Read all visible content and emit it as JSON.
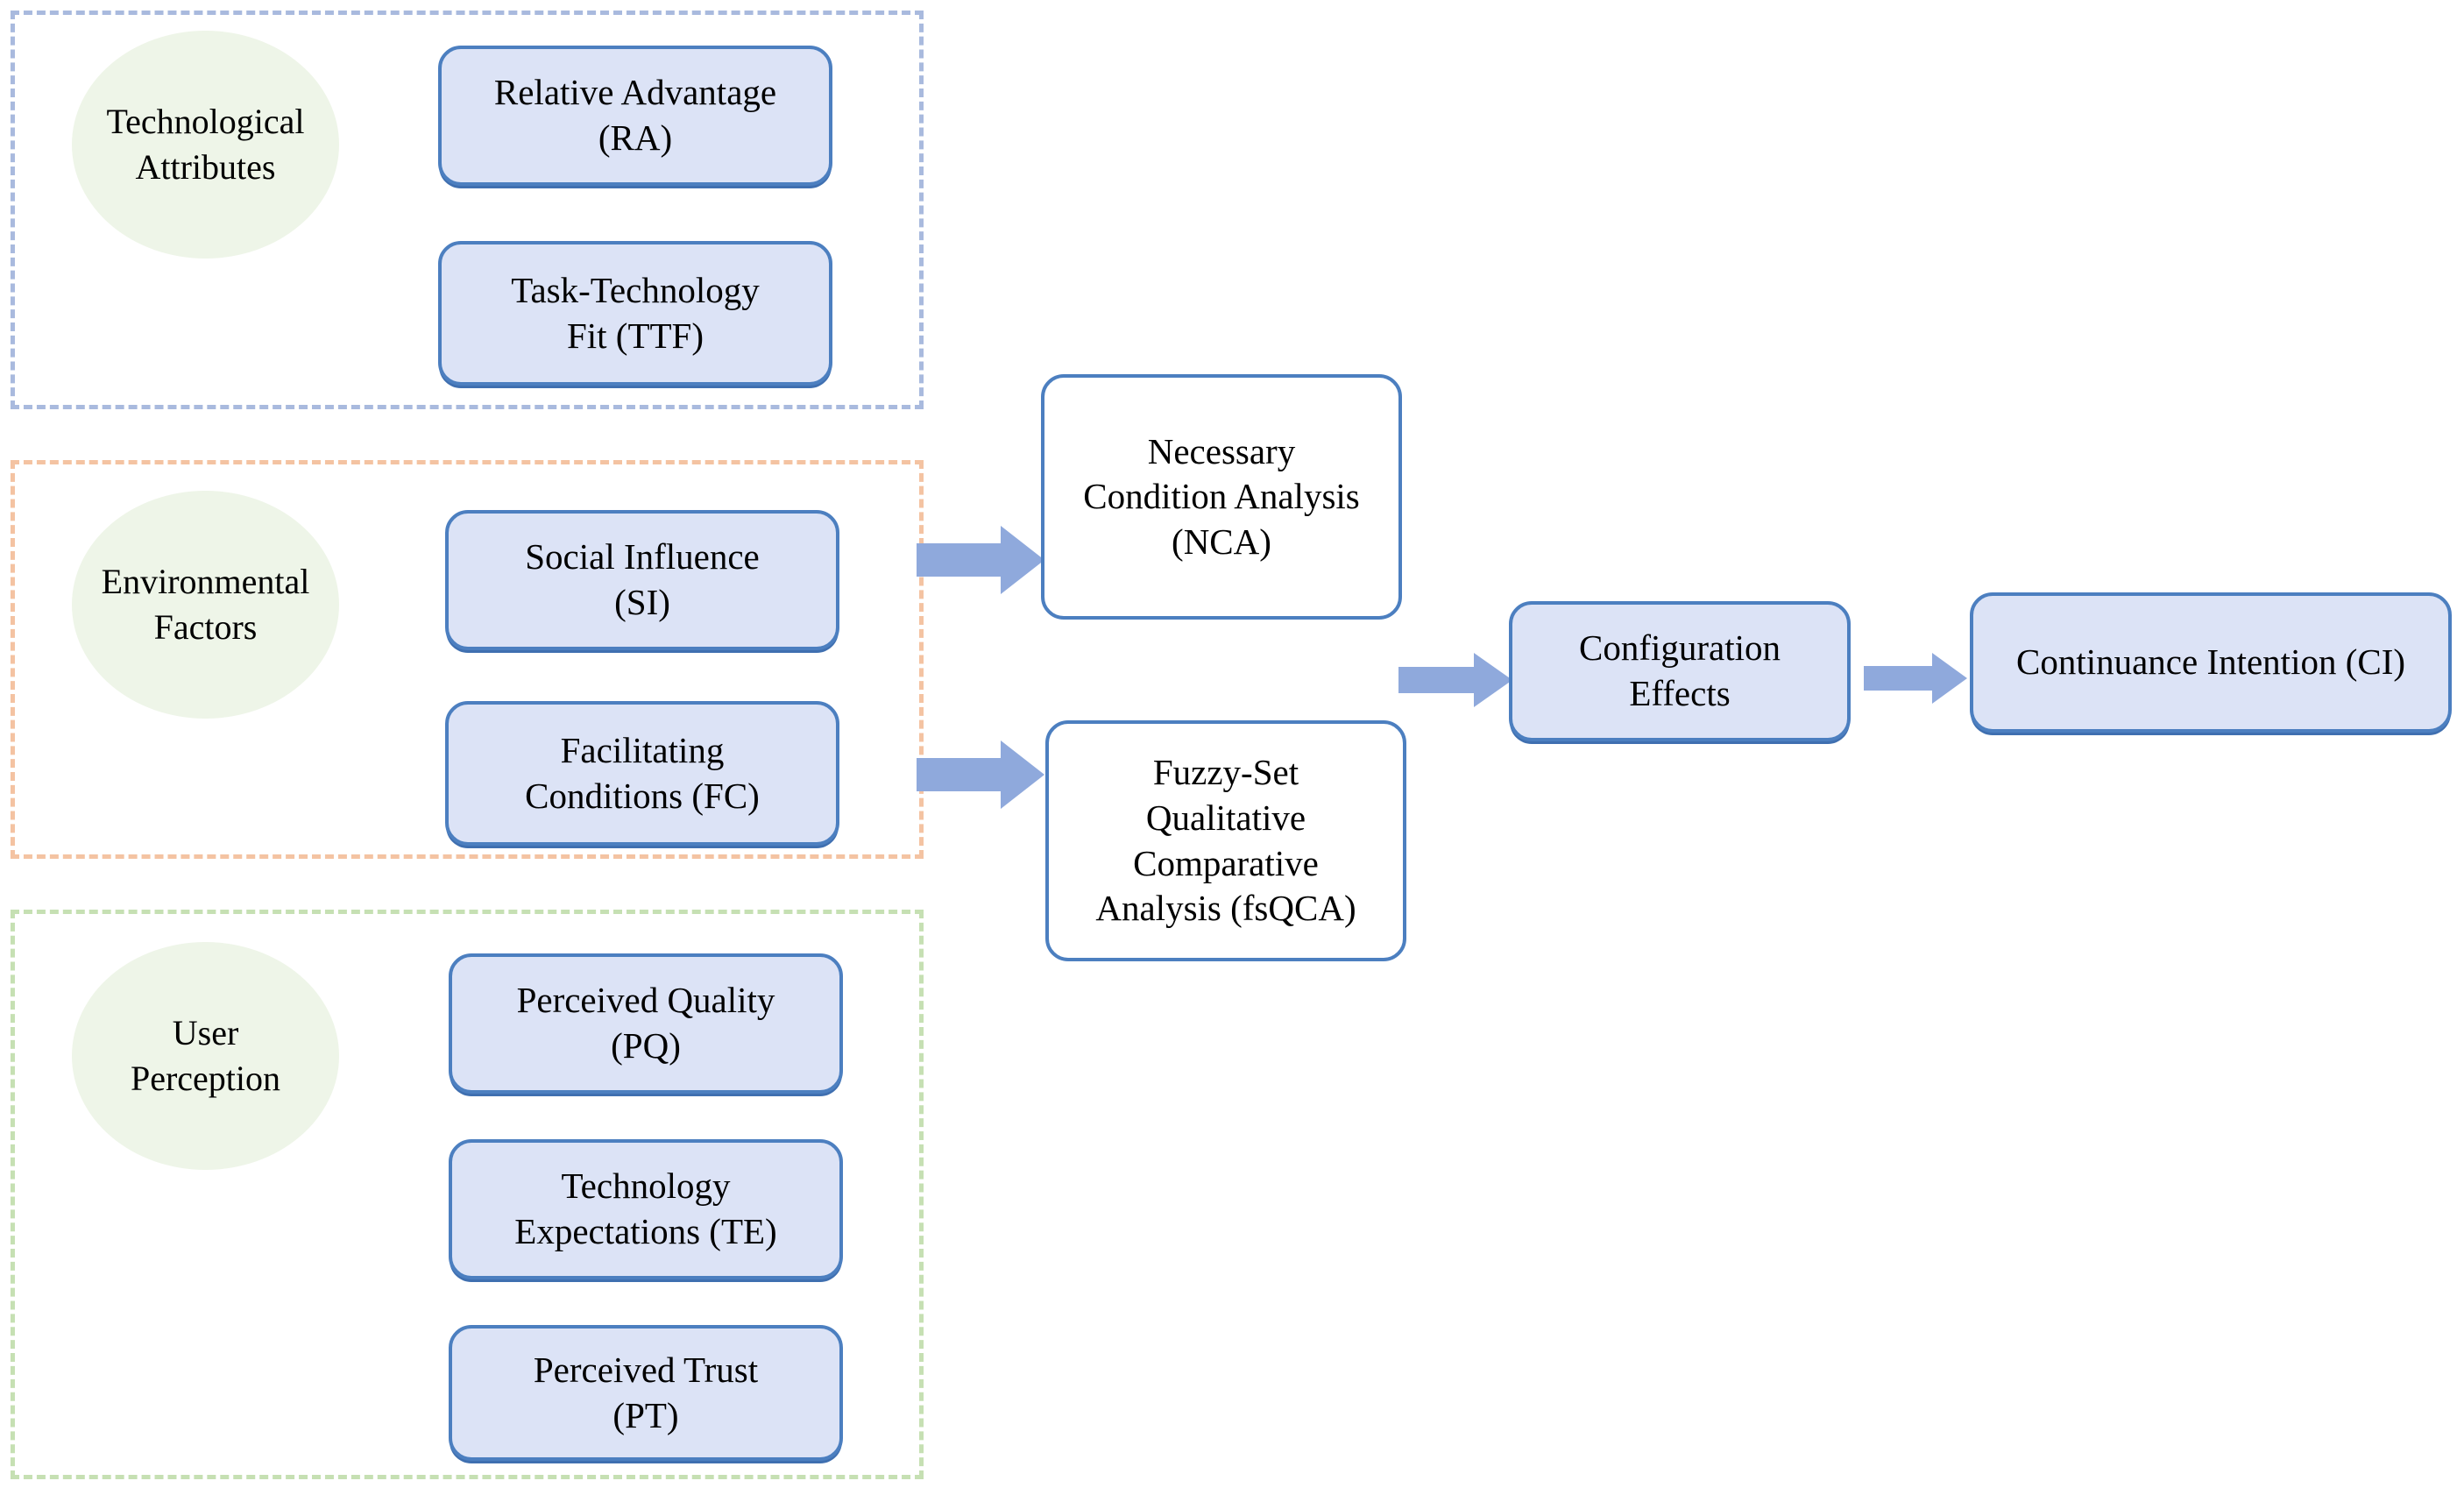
{
  "diagram": {
    "title": "Integrated NCA and fsQCA research framework for continuance intention",
    "type": "flow-diagram",
    "colors": {
      "group_tech_border": "#a9bade",
      "group_env_border": "#f4c3a2",
      "group_user_border": "#c6e0b3",
      "ellipse_fill": "#eef5e8",
      "box_fill": "#dce3f6",
      "box_border": "#4c7fc0",
      "box_white_fill": "#ffffff",
      "arrow_fill": "#8fa9dc",
      "text": "#000000"
    }
  },
  "groups": [
    {
      "id": "technological-attributes",
      "label": "Technological\nAttributes",
      "label_lines": [
        "Technological",
        "Attributes"
      ],
      "border_color": "#a9bade",
      "constructs": [
        {
          "id": "ra",
          "lines": [
            "Relative Advantage",
            "(RA)"
          ],
          "code": "RA"
        },
        {
          "id": "ttf",
          "lines": [
            "Task-Technology",
            "Fit (TTF)"
          ],
          "code": "TTF"
        }
      ]
    },
    {
      "id": "environmental-factors",
      "label": "Environmental\nFactors",
      "label_lines": [
        "Environmental",
        "Factors"
      ],
      "border_color": "#f4c3a2",
      "constructs": [
        {
          "id": "si",
          "lines": [
            "Social Influence",
            "(SI)"
          ],
          "code": "SI"
        },
        {
          "id": "fc",
          "lines": [
            "Facilitating",
            "Conditions (FC)"
          ],
          "code": "FC"
        }
      ]
    },
    {
      "id": "user-perception",
      "label": "User\nPerception",
      "label_lines": [
        "User",
        "Perception"
      ],
      "border_color": "#c6e0b3",
      "constructs": [
        {
          "id": "pq",
          "lines": [
            "Perceived Quality",
            "(PQ)"
          ],
          "code": "PQ"
        },
        {
          "id": "te",
          "lines": [
            "Technology",
            "Expectations (TE)"
          ],
          "code": "TE"
        },
        {
          "id": "pt",
          "lines": [
            "Perceived Trust",
            "(PT)"
          ],
          "code": "PT"
        }
      ]
    }
  ],
  "methods": [
    {
      "id": "nca",
      "lines": [
        "Necessary",
        "Condition Analysis",
        "(NCA)"
      ],
      "code": "NCA",
      "fill": "#ffffff"
    },
    {
      "id": "fsqca",
      "lines": [
        "Fuzzy-Set",
        "Qualitative",
        "Comparative",
        "Analysis (fsQCA)"
      ],
      "code": "fsQCA",
      "fill": "#ffffff"
    }
  ],
  "outcomes": [
    {
      "id": "configuration-effects",
      "lines": [
        "Configuration",
        "Effects"
      ],
      "fill": "#dce3f6"
    },
    {
      "id": "continuance-intention",
      "lines": [
        "Continuance Intention (CI)"
      ],
      "code": "CI",
      "fill": "#dce3f6"
    }
  ],
  "arrows": [
    {
      "id": "arrow-to-nca",
      "from": "environmental-factors",
      "to": "nca",
      "direction": "right"
    },
    {
      "id": "arrow-to-fsqca",
      "from": "environmental-factors",
      "to": "fsqca",
      "direction": "right"
    },
    {
      "id": "arrow-to-config",
      "from": "methods",
      "to": "configuration-effects",
      "direction": "right"
    },
    {
      "id": "arrow-to-ci",
      "from": "configuration-effects",
      "to": "continuance-intention",
      "direction": "right"
    }
  ],
  "text": {
    "tech_label_l1": "Technological",
    "tech_label_l2": "Attributes",
    "env_label_l1": "Environmental",
    "env_label_l2": "Factors",
    "user_label_l1": "User",
    "user_label_l2": "Perception",
    "ra_l1": "Relative Advantage",
    "ra_l2": "(RA)",
    "ttf_l1": "Task-Technology",
    "ttf_l2": "Fit (TTF)",
    "si_l1": "Social Influence",
    "si_l2": "(SI)",
    "fc_l1": "Facilitating",
    "fc_l2": "Conditions (FC)",
    "pq_l1": "Perceived Quality",
    "pq_l2": "(PQ)",
    "te_l1": "Technology",
    "te_l2": "Expectations (TE)",
    "pt_l1": "Perceived Trust",
    "pt_l2": "(PT)",
    "nca_l1": "Necessary",
    "nca_l2": "Condition Analysis",
    "nca_l3": "(NCA)",
    "fsqca_l1": "Fuzzy-Set",
    "fsqca_l2": "Qualitative",
    "fsqca_l3": "Comparative",
    "fsqca_l4": "Analysis (fsQCA)",
    "config_l1": "Configuration",
    "config_l2": "Effects",
    "ci_l1": "Continuance Intention (CI)"
  }
}
